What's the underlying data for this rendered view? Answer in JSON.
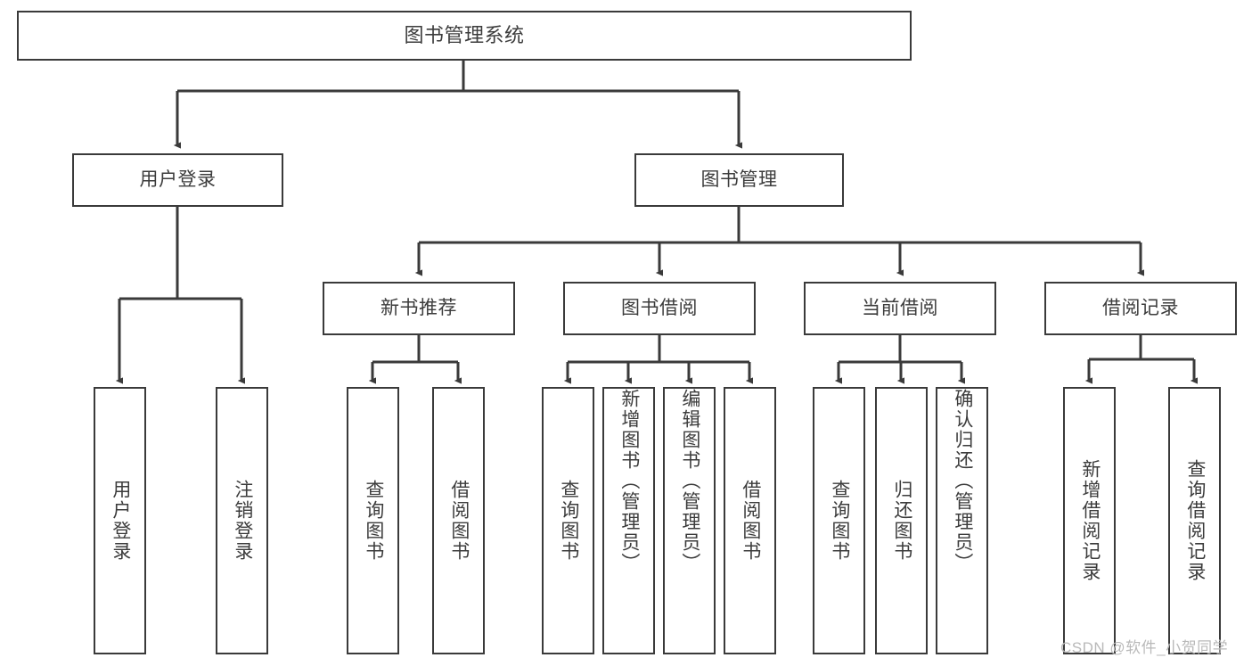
{
  "diagram": {
    "type": "tree-hierarchy",
    "title": "图书管理系统",
    "orientation": "top-down",
    "colors": {
      "node_border": "#3a3a3a",
      "node_fill": "#ffffff",
      "edge": "#3a3a3a",
      "text": "#3c3c3c",
      "watermark": "#b9b9b9",
      "background": "#ffffff"
    },
    "nodes": {
      "root": {
        "label": "图书管理系统"
      },
      "level2": [
        {
          "id": "user-login",
          "label": "用户登录"
        },
        {
          "id": "book-manage",
          "label": "图书管理"
        }
      ],
      "level3": [
        {
          "id": "new-book-recommend",
          "label": "新书推荐"
        },
        {
          "id": "book-borrow",
          "label": "图书借阅"
        },
        {
          "id": "current-borrow",
          "label": "当前借阅"
        },
        {
          "id": "borrow-record",
          "label": "借阅记录"
        }
      ],
      "leaves": {
        "user_login": [
          {
            "id": "leaf-user-login",
            "label": "用户登录"
          },
          {
            "id": "leaf-logout",
            "label": "注销登录"
          }
        ],
        "new_book_recommend": [
          {
            "id": "leaf-query-book-1",
            "label": "查询图书"
          },
          {
            "id": "leaf-borrow-book-1",
            "label": "借阅图书"
          }
        ],
        "book_borrow": [
          {
            "id": "leaf-query-book-2",
            "label": "查询图书"
          },
          {
            "id": "leaf-add-book",
            "label": "新增图书（管理员）"
          },
          {
            "id": "leaf-edit-book",
            "label": "编辑图书（管理员）"
          },
          {
            "id": "leaf-borrow-book-2",
            "label": "借阅图书"
          }
        ],
        "current_borrow": [
          {
            "id": "leaf-query-book-3",
            "label": "查询图书"
          },
          {
            "id": "leaf-return-book",
            "label": "归还图书"
          },
          {
            "id": "leaf-confirm-return",
            "label": "确认归还（管理员）"
          }
        ],
        "borrow_record": [
          {
            "id": "leaf-add-record",
            "label": "新增借阅记录"
          },
          {
            "id": "leaf-query-record",
            "label": "查询借阅记录"
          }
        ]
      }
    }
  },
  "watermark": {
    "text": "CSDN @软件_小贺同学"
  }
}
